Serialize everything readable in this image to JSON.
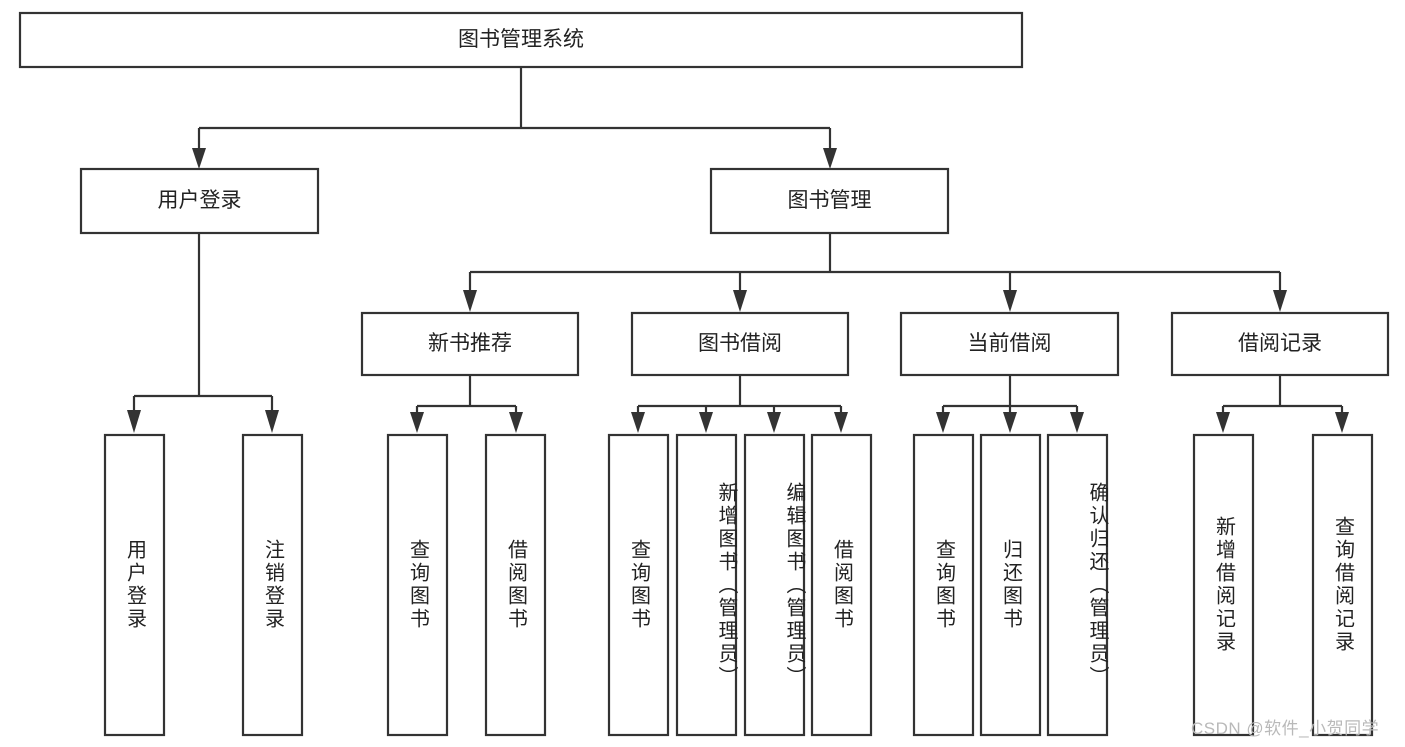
{
  "diagram": {
    "type": "tree",
    "title": "图书管理系统",
    "root": {
      "label": "图书管理系统",
      "level": 0
    },
    "level2": [
      {
        "label": "用户登录"
      },
      {
        "label": "图书管理"
      }
    ],
    "level3": [
      {
        "label": "新书推荐"
      },
      {
        "label": "图书借阅"
      },
      {
        "label": "当前借阅"
      },
      {
        "label": "借阅记录"
      }
    ],
    "leaves": {
      "user_login": [
        {
          "label": "用户登录"
        },
        {
          "label": "注销登录"
        }
      ],
      "new_book_recommend": [
        {
          "label": "查询图书"
        },
        {
          "label": "借阅图书"
        }
      ],
      "book_borrow": [
        {
          "label": "查询图书"
        },
        {
          "label": "新增图书（管理员）"
        },
        {
          "label": "编辑图书（管理员）"
        },
        {
          "label": "借阅图书"
        }
      ],
      "current_borrow": [
        {
          "label": "查询图书"
        },
        {
          "label": "归还图书"
        },
        {
          "label": "确认归还（管理员）"
        }
      ],
      "borrow_record": [
        {
          "label": "新增借阅记录"
        },
        {
          "label": "查询借阅记录"
        }
      ]
    }
  },
  "watermark": {
    "text": "CSDN @软件_小贺同学"
  },
  "colors": {
    "stroke": "#333333",
    "text": "#222222",
    "background": "#ffffff",
    "watermark": "#b9b9b9"
  }
}
